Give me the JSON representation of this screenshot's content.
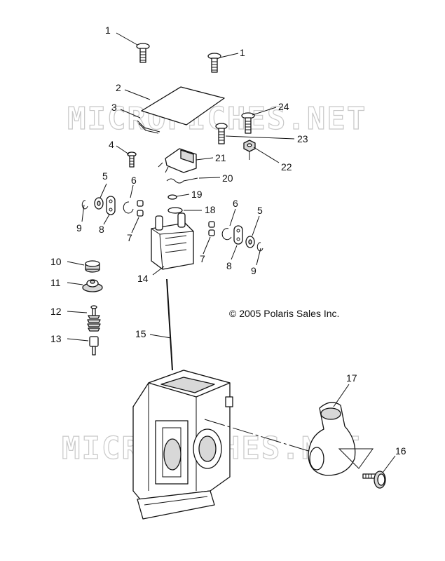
{
  "watermark": "MICROFICHES.NET",
  "copyright": "© 2005 Polaris Sales Inc.",
  "callouts": [
    "1",
    "1",
    "2",
    "3",
    "4",
    "5",
    "6",
    "9",
    "8",
    "7",
    "24",
    "23",
    "22",
    "21",
    "20",
    "19",
    "18",
    "6",
    "5",
    "7",
    "8",
    "9",
    "10",
    "11",
    "14",
    "12",
    "13",
    "15",
    "17",
    "16"
  ]
}
